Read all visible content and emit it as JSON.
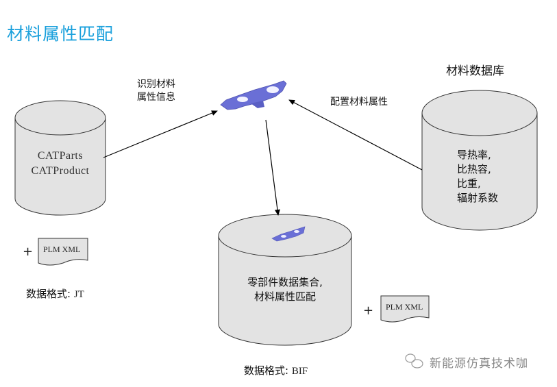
{
  "title": "材料属性匹配",
  "labels": {
    "identify": [
      "识别材料",
      "属性信息"
    ],
    "configure": "配置材料属性",
    "material_db_title": "材料数据库"
  },
  "source_cylinder": {
    "lines": [
      "CATParts",
      "CATProduct"
    ]
  },
  "material_cylinder": {
    "lines": [
      "导热率,",
      "比热容,",
      "比重,",
      "辐射系数"
    ]
  },
  "result_cylinder": {
    "lines": [
      "零部件数据集合,",
      "材料属性匹配"
    ]
  },
  "left_doc": {
    "plus": "+",
    "label": "PLM XML"
  },
  "right_doc": {
    "plus": "+",
    "label": "PLM XML"
  },
  "left_format": {
    "label": "数据格式:",
    "value": "JT"
  },
  "bottom_format": {
    "label": "数据格式:",
    "value": "BIF"
  },
  "watermark": {
    "text": "新能源仿真技术咖",
    "icon": "wechat-icon"
  },
  "colors": {
    "title": "#1aa0dc",
    "cylinder_fill": "#e3e3e3",
    "part": "#6a6fd6"
  }
}
